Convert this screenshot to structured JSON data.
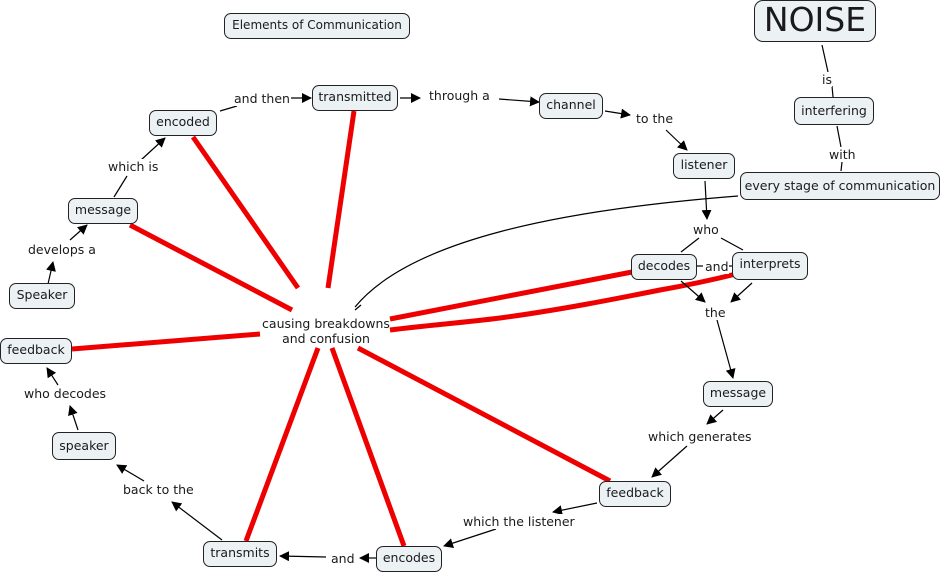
{
  "title": "Elements of Communication",
  "colors": {
    "node_fill": "#ecf2f4",
    "node_border": "#222222",
    "noise_link": "#ee0000",
    "link": "#000000"
  },
  "nodes": {
    "noise": "NOISE",
    "interfering": "interfering",
    "every_stage": "every stage of communication",
    "speaker_top": "Speaker",
    "message_top": "message",
    "encoded": "encoded",
    "transmitted": "transmitted",
    "channel": "channel",
    "listener": "listener",
    "decodes": "decodes",
    "interprets": "interprets",
    "message_right": "message",
    "feedback_right": "feedback",
    "encodes": "encodes",
    "transmits": "transmits",
    "speaker_bottom": "speaker",
    "feedback_left": "feedback"
  },
  "link_labels": {
    "is": "is",
    "with": "with",
    "develops_a": "develops a",
    "which_is": "which is",
    "and_then": "and then",
    "through_a": "through a",
    "to_the": "to the",
    "who": "who",
    "and_mid": "and",
    "the": "the",
    "which_generates": "which generates",
    "which_the_listener": "which the listener",
    "and_bottom": "and",
    "back_to_the": "back to the",
    "who_decodes": "who decodes",
    "causing_line1": "causing breakdowns",
    "causing_line2": "and confusion"
  }
}
